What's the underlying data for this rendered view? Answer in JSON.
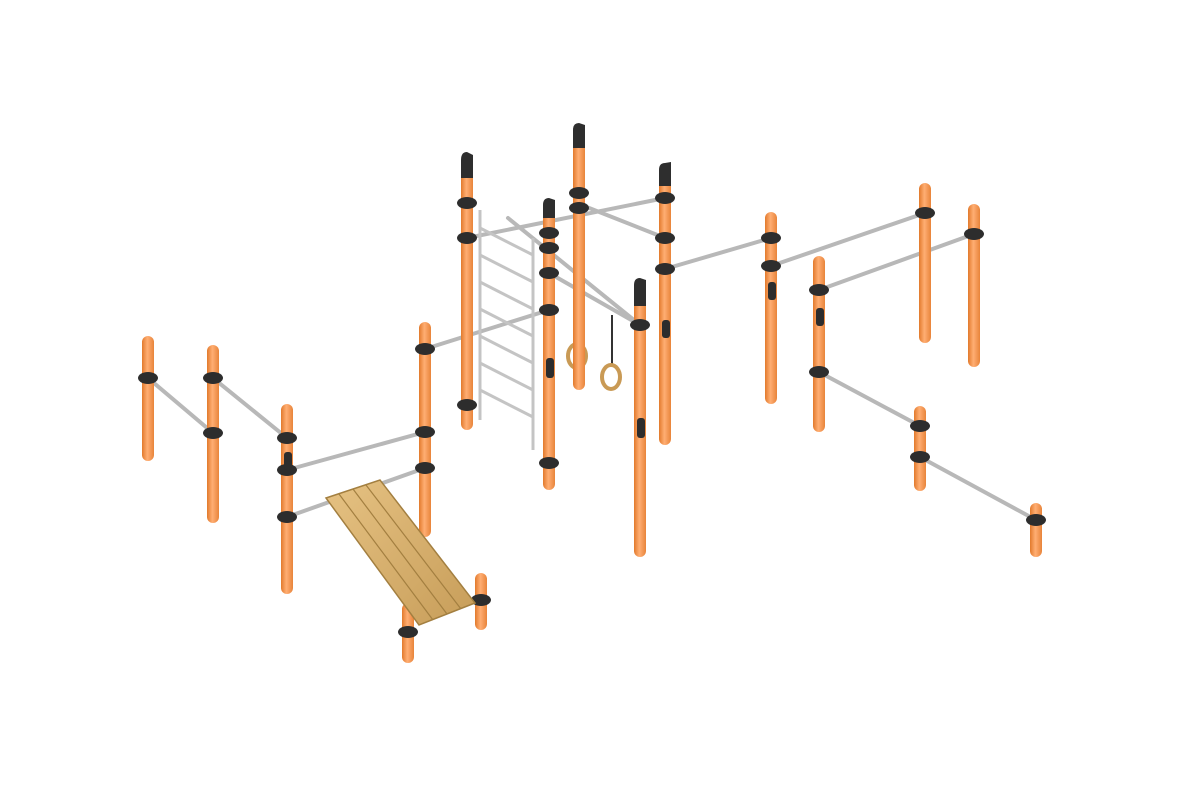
{
  "colors": {
    "background": "#ffffff",
    "post": "#f5944a",
    "post_shade": "#e27a2c",
    "post_highlight": "#ffb27a",
    "clamp": "#2d2d2d",
    "clamp_highlight": "#555555",
    "bar": "#cfcfcf",
    "bar_shade": "#9a9a9a",
    "wood": "#d8b06a",
    "wood_shade": "#b98f4c",
    "ring": "#c99a55"
  },
  "objects": {
    "frame": "street-workout-frame",
    "bench": "incline-bench",
    "rings": "gymnastic-rings",
    "ladder": "wall-ladder"
  }
}
